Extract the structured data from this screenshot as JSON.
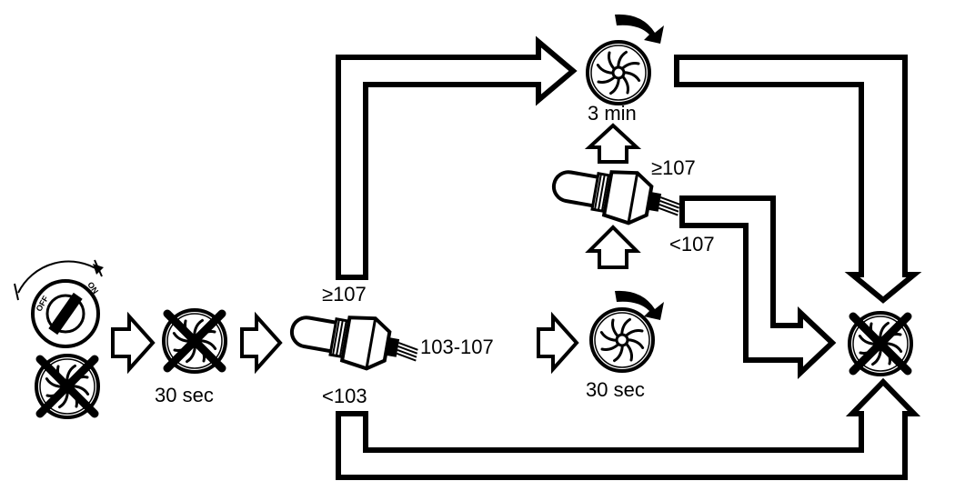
{
  "labels": {
    "ignition_off": "OFF",
    "ignition_on": "ON",
    "delay_after_off": "30 sec",
    "threshold_high": "≥107",
    "threshold_low": "<103",
    "threshold_mid": "103-107",
    "run_short": "30 sec",
    "run_long": "3 min",
    "recheck_high": "≥107",
    "recheck_low": "<107"
  },
  "icons": {
    "ignition": "ignition-switch-icon",
    "fan": "fan-icon",
    "fan_off": "fan-off-icon",
    "temperature_sensor": "temperature-sensor-icon",
    "rotation": "rotation-arrow-icon",
    "flow": "hollow-arrow-icon"
  }
}
